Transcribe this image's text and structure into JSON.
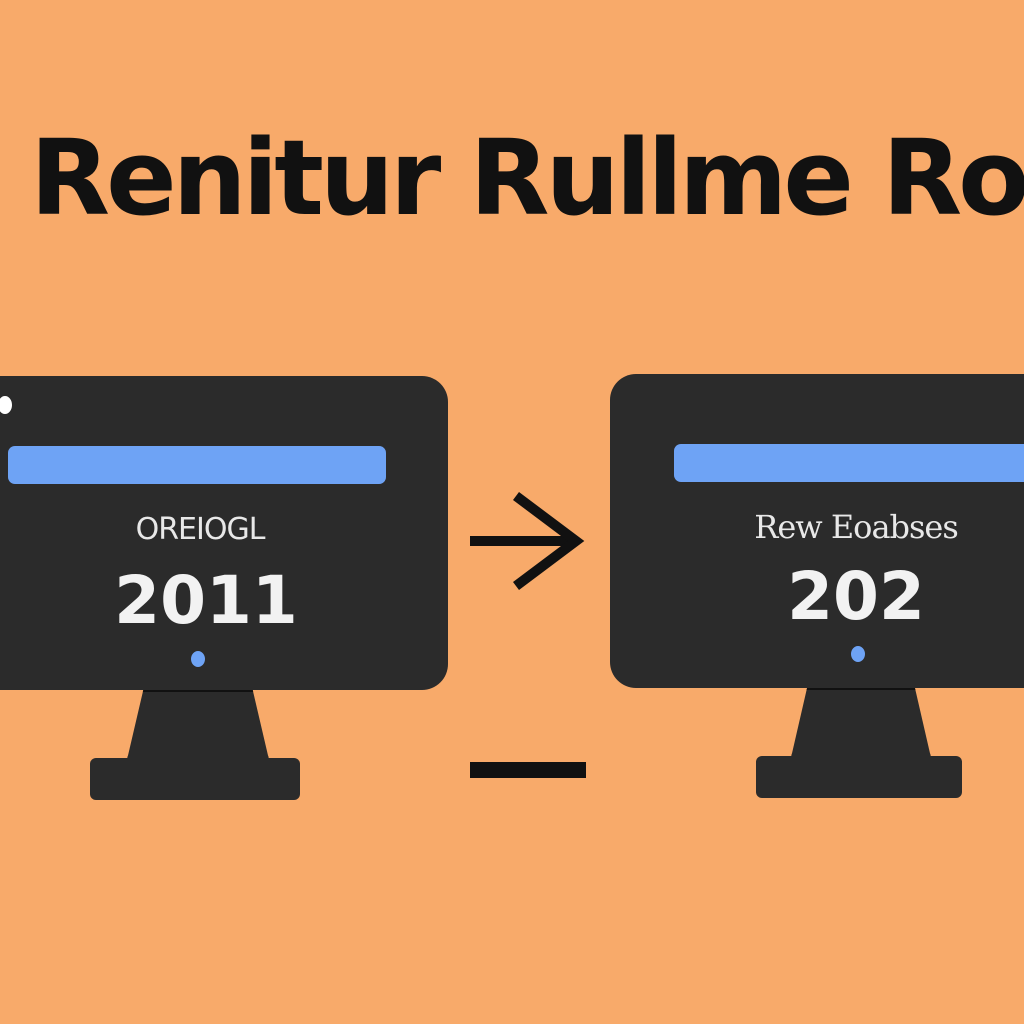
{
  "title": "Renitur Rullme Rotin",
  "left_monitor": {
    "label": "OREIOGL",
    "year": "2011"
  },
  "right_monitor": {
    "label": "Rew Eoabses",
    "year": "202"
  },
  "colors": {
    "background": "#f8aa6a",
    "screen": "#2b2b2b",
    "accent_blue": "#6ea3f5",
    "text_dark": "#111111"
  },
  "icons": {
    "transition": "arrow-right-icon",
    "window_controls": "window-dots-icon"
  }
}
